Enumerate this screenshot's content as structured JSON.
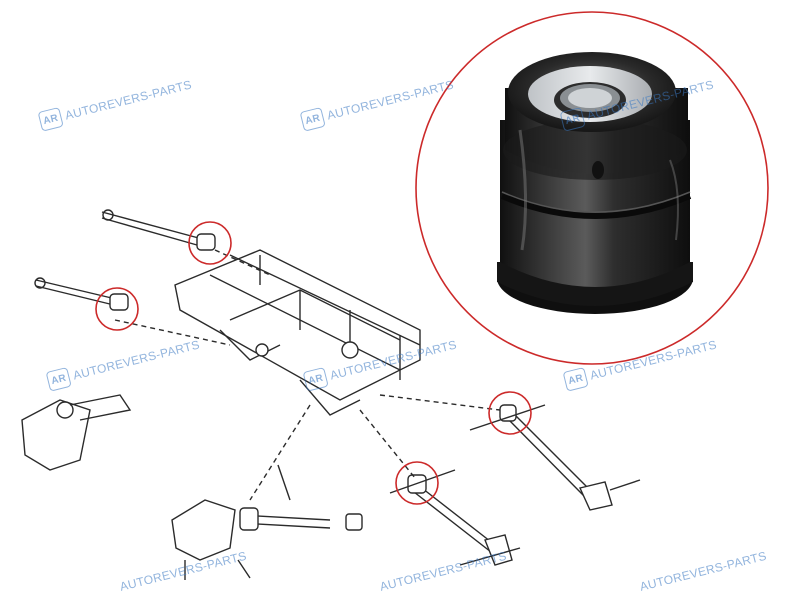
{
  "image": {
    "subject": "rear-suspension-diagram-with-bushing-photo",
    "watermark": {
      "badge_text": "AR",
      "text": "AUTOREVERS-PARTS",
      "color": "#3a78c2"
    },
    "highlight_color": "#cc2a2a",
    "line_color": "#2b2b2b"
  }
}
